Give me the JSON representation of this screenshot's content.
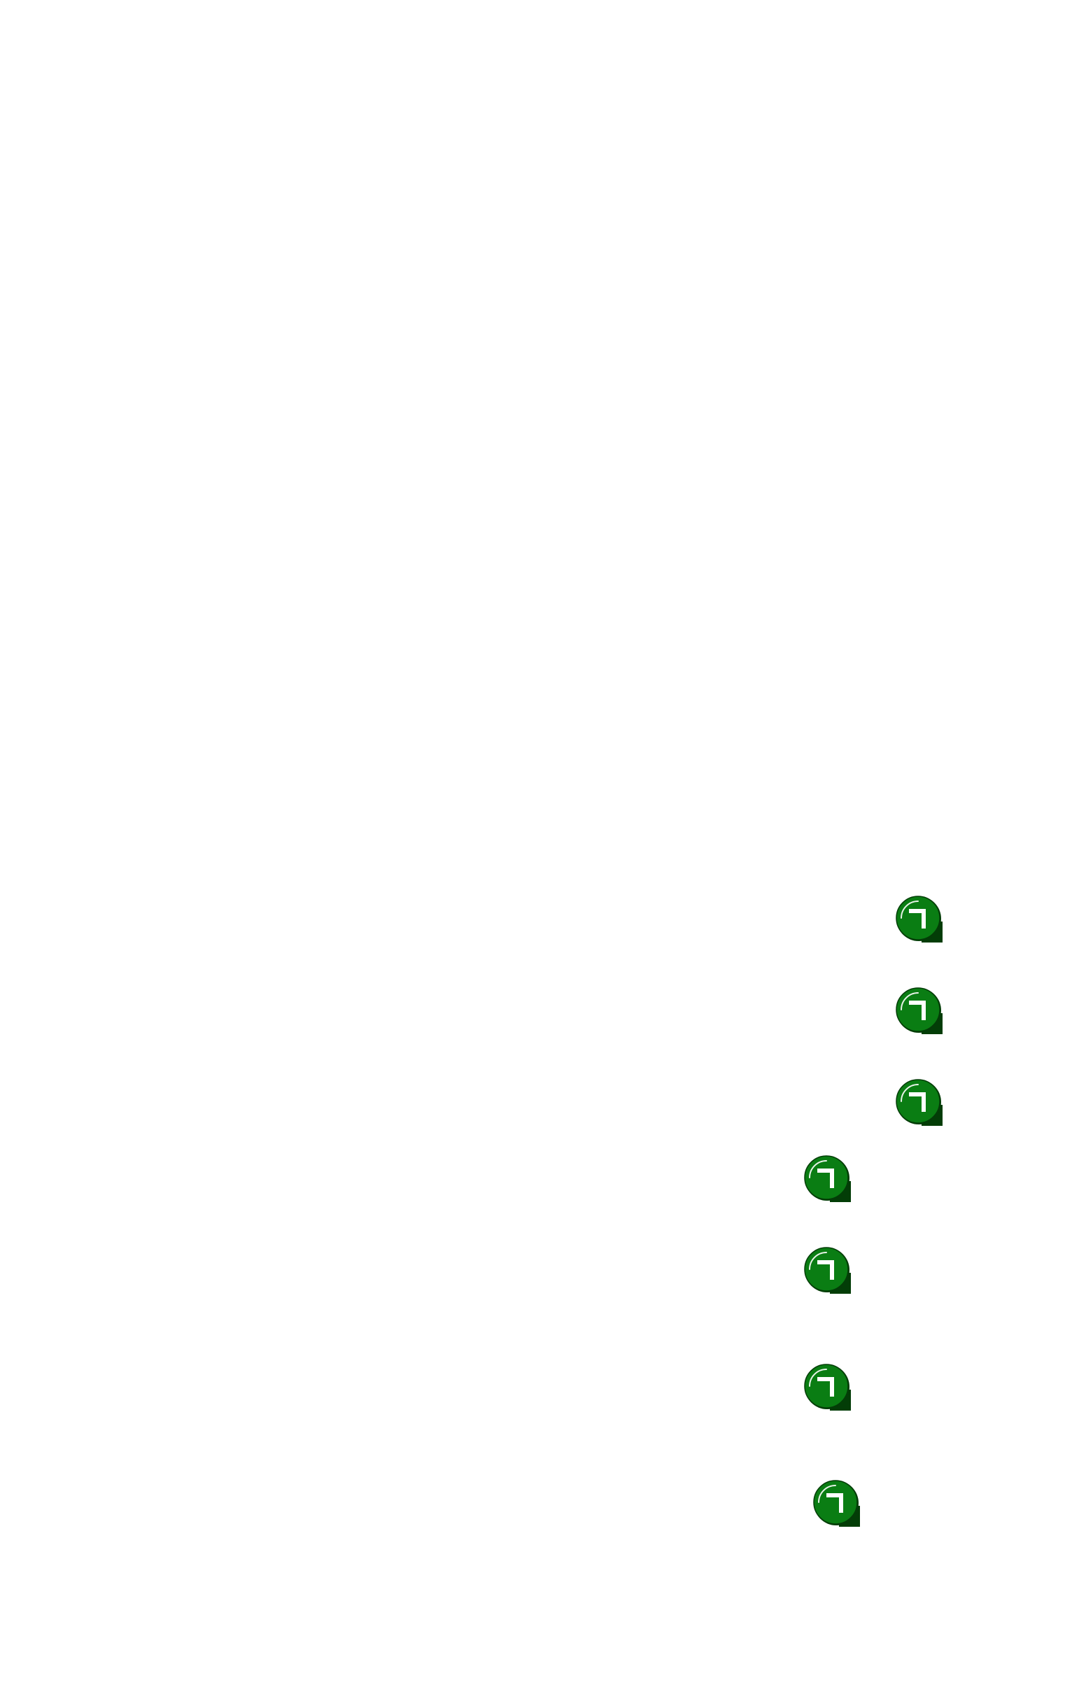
{
  "markers": [
    {
      "id": "m1",
      "icon": "green-round-marker-icon",
      "color": "#0a7d13"
    },
    {
      "id": "m2",
      "icon": "green-round-marker-icon",
      "color": "#0a7d13"
    },
    {
      "id": "m3",
      "icon": "green-round-marker-icon",
      "color": "#0a7d13"
    },
    {
      "id": "m4",
      "icon": "green-round-marker-icon",
      "color": "#0a7d13"
    },
    {
      "id": "m5",
      "icon": "green-round-marker-icon",
      "color": "#0a7d13"
    },
    {
      "id": "m6",
      "icon": "green-round-marker-icon",
      "color": "#0a7d13"
    },
    {
      "id": "m7",
      "icon": "green-round-marker-icon",
      "color": "#0a7d13"
    }
  ],
  "colors": {
    "background": "#ffffff",
    "marker_fill": "#0a7d13",
    "marker_shadow": "#033d07",
    "marker_glyph": "#ffffff"
  }
}
